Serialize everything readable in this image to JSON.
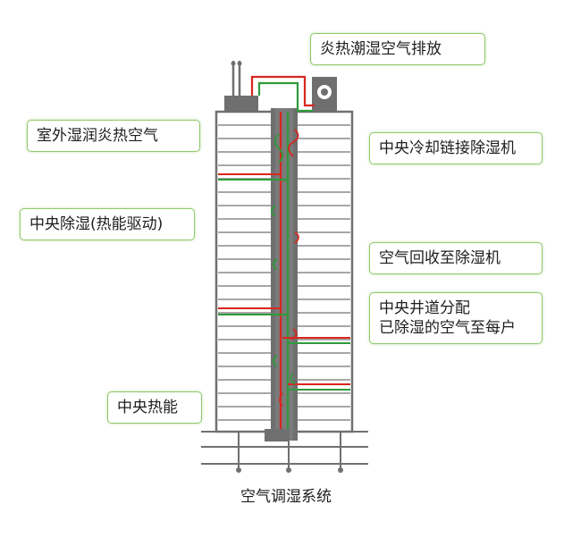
{
  "labels": {
    "exhaust": "炎热潮湿空气排放",
    "outdoor_air": "室外湿润炎热空气",
    "central_dehumid_unit": "中央冷却链接除湿机",
    "central_dehumid_heat": "中央除湿(热能驱动)",
    "air_recovery": "空气回收至除湿机",
    "central_shaft_line1": "中央井道分配",
    "central_shaft_line2": "已除湿的空气至每户",
    "central_heat": "中央热能"
  },
  "caption": "空气调湿系统",
  "colors": {
    "building_outline": "#707070",
    "shaft_fill": "#707070",
    "duct_green": "#2e9a3a",
    "duct_red": "#d8261f",
    "callout_border": "#8fc96a"
  }
}
